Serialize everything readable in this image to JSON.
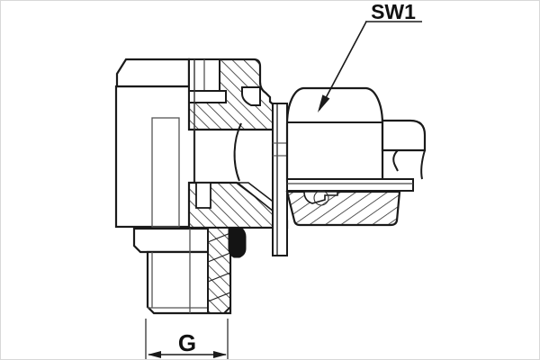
{
  "drawing": {
    "kind": "technical-section-drawing",
    "subject": "elbow swivel fitting cross-section",
    "labels": {
      "wrench_size": "SW1",
      "thread_dim": "G"
    },
    "colors": {
      "background": "#ffffff",
      "outline": "#1a1a1a",
      "thin_line": "#555555",
      "hatch": "#222222",
      "seal_fill": "#141414",
      "frame": "#d8d8d8"
    }
  }
}
